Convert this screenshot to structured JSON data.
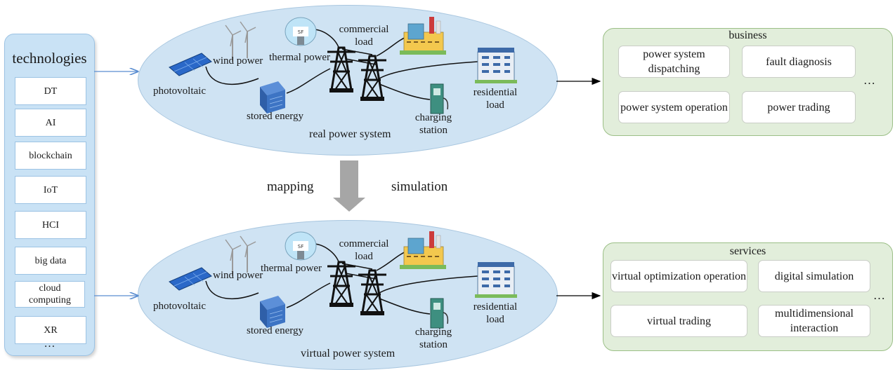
{
  "technologies": {
    "title": "technologies",
    "items": [
      "DT",
      "AI",
      "blockchain",
      "IoT",
      "HCI",
      "big data",
      "cloud computing",
      "XR"
    ],
    "more": "…"
  },
  "real_system": {
    "title": "real power system",
    "wind": "wind power",
    "thermal": "thermal power",
    "commercial": "commercial load",
    "photovoltaic": "photovoltaic",
    "stored": "stored energy",
    "residential": "residential load",
    "charging": "charging station"
  },
  "virtual_system": {
    "title": "virtual power system",
    "wind": "wind power",
    "thermal": "thermal power",
    "commercial": "commercial load",
    "photovoltaic": "photovoltaic",
    "stored": "stored energy",
    "residential": "residential load",
    "charging": "charging station"
  },
  "mapping": "mapping",
  "simulation": "simulation",
  "business": {
    "title": "business",
    "cards": [
      "power system dispatching",
      "fault diagnosis",
      "power system operation",
      "power trading"
    ],
    "more": "…"
  },
  "services": {
    "title": "services",
    "cards": [
      "virtual optimization operation",
      "digital simulation",
      "virtual trading",
      "multidimensional interaction"
    ],
    "more": "…"
  },
  "colors": {
    "tech_panel": "#c9e2f5",
    "ellipse": "#cfe3f3",
    "right_panel": "#e2eedb",
    "arrow_blue": "#5b8ed1",
    "arrow_gray": "#a6a6a6"
  }
}
